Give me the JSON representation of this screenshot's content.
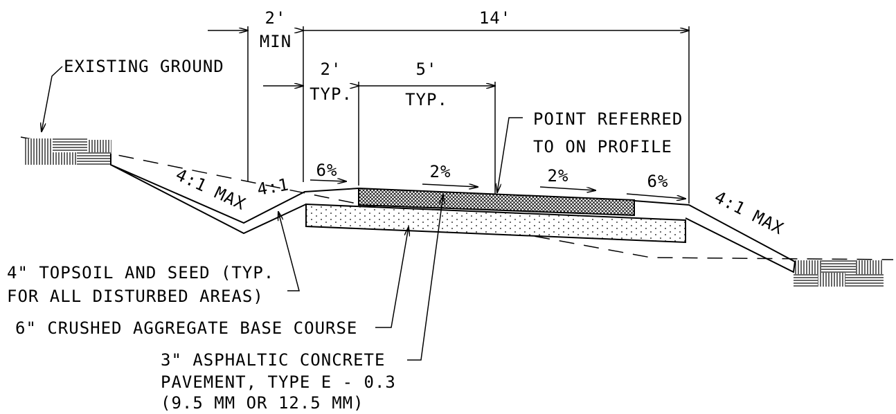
{
  "dimensions": {
    "overall_width": "14'",
    "min_offset": "2'",
    "min_offset_note": "MIN",
    "shoulder_width": "2'",
    "shoulder_note": "TYP.",
    "lane_width": "5'",
    "lane_note": "TYP."
  },
  "slopes": {
    "left_foreslope": "4:1 MAX",
    "ditch_backslope": "4:1",
    "left_shoulder": "6%",
    "left_lane": "2%",
    "right_lane": "2%",
    "right_shoulder": "6%",
    "right_foreslope": "4:1 MAX"
  },
  "callouts": {
    "existing_ground": "EXISTING GROUND",
    "point_referred_line1": "POINT REFERRED",
    "point_referred_line2": "TO ON PROFILE",
    "topsoil_line1": "4\" TOPSOIL AND SEED (TYP.",
    "topsoil_line2": "FOR ALL DISTURBED AREAS)",
    "base_course": "6\" CRUSHED AGGREGATE BASE COURSE",
    "asphalt_line1": "3\" ASPHALTIC CONCRETE",
    "asphalt_line2": "PAVEMENT, TYPE E - 0.3",
    "asphalt_line3": "(9.5 MM OR 12.5 MM)"
  }
}
